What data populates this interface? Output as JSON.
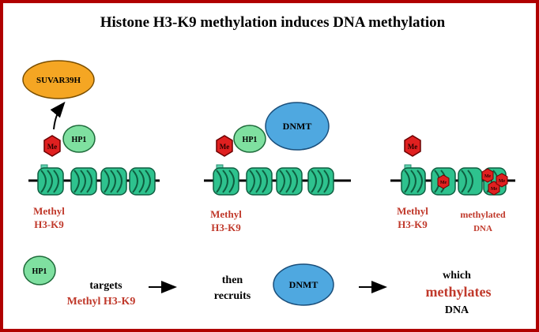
{
  "title": "Histone H3-K9 methylation induces  DNA methylation",
  "labels": {
    "suvar": "SUVAR39H",
    "hp1": "HP1",
    "dnmt": "DNMT",
    "me": "Me"
  },
  "panel_captions": {
    "p1_line1": "Methyl",
    "p1_line2": "H3-K9",
    "p2_line1": "Methyl",
    "p2_line2": "H3-K9",
    "p3_line1": "Methyl",
    "p3_line2": "H3-K9",
    "p3_dna_line1": "methylated",
    "p3_dna_line2": "DNA"
  },
  "legend": {
    "hp1": "HP1",
    "targets": "targets",
    "methyl_h3k9": "Methyl H3-K9",
    "then": "then",
    "recruits": "recruits",
    "dnmt": "DNMT",
    "which": "which",
    "methylates": "methylates",
    "dna": "DNA"
  },
  "colors": {
    "border": "#b00000",
    "suvar": "#f5a623",
    "hp1": "#7fe0a0",
    "dnmt": "#4fa8e0",
    "me": "#e02020",
    "nucleosome": "#2ec28e",
    "caption_red": "#c0392b"
  }
}
